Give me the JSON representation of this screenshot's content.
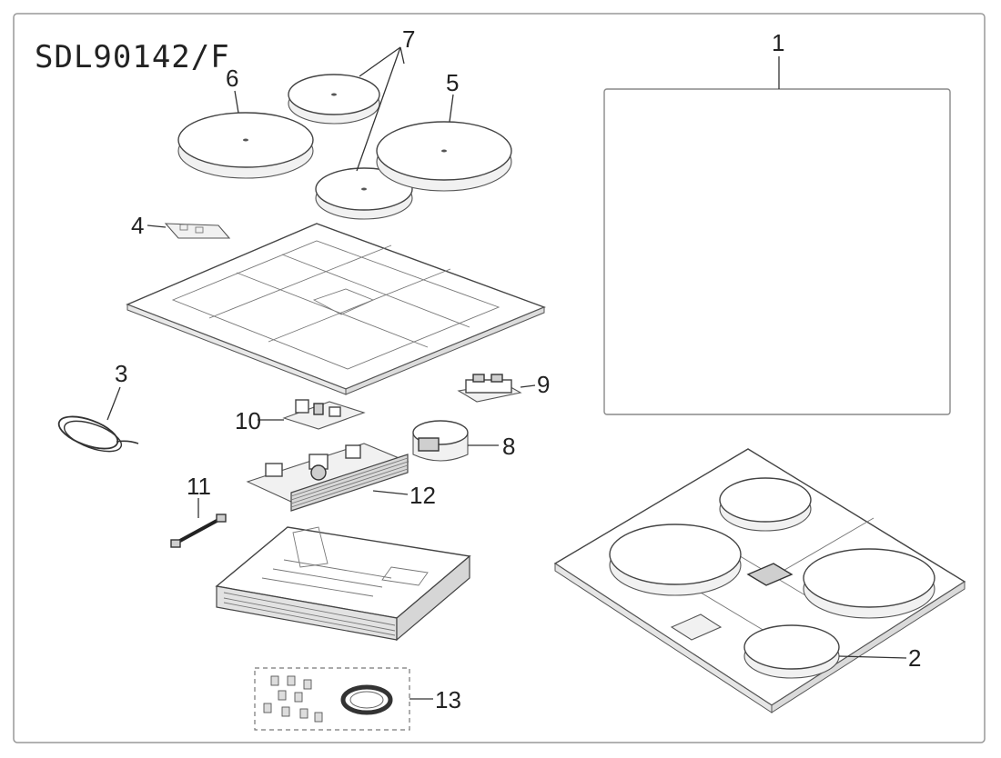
{
  "diagram": {
    "model_code": "SDL90142/F",
    "callouts": [
      {
        "id": "1",
        "text": "1"
      },
      {
        "id": "2",
        "text": "2"
      },
      {
        "id": "3",
        "text": "3"
      },
      {
        "id": "4",
        "text": "4"
      },
      {
        "id": "5",
        "text": "5"
      },
      {
        "id": "6",
        "text": "6"
      },
      {
        "id": "7",
        "text": "7"
      },
      {
        "id": "8",
        "text": "8"
      },
      {
        "id": "9",
        "text": "9"
      },
      {
        "id": "10",
        "text": "10"
      },
      {
        "id": "11",
        "text": "11"
      },
      {
        "id": "12",
        "text": "12"
      },
      {
        "id": "13",
        "text": "13"
      }
    ],
    "colors": {
      "line": "#333333",
      "border": "#999999",
      "background": "#ffffff"
    }
  }
}
